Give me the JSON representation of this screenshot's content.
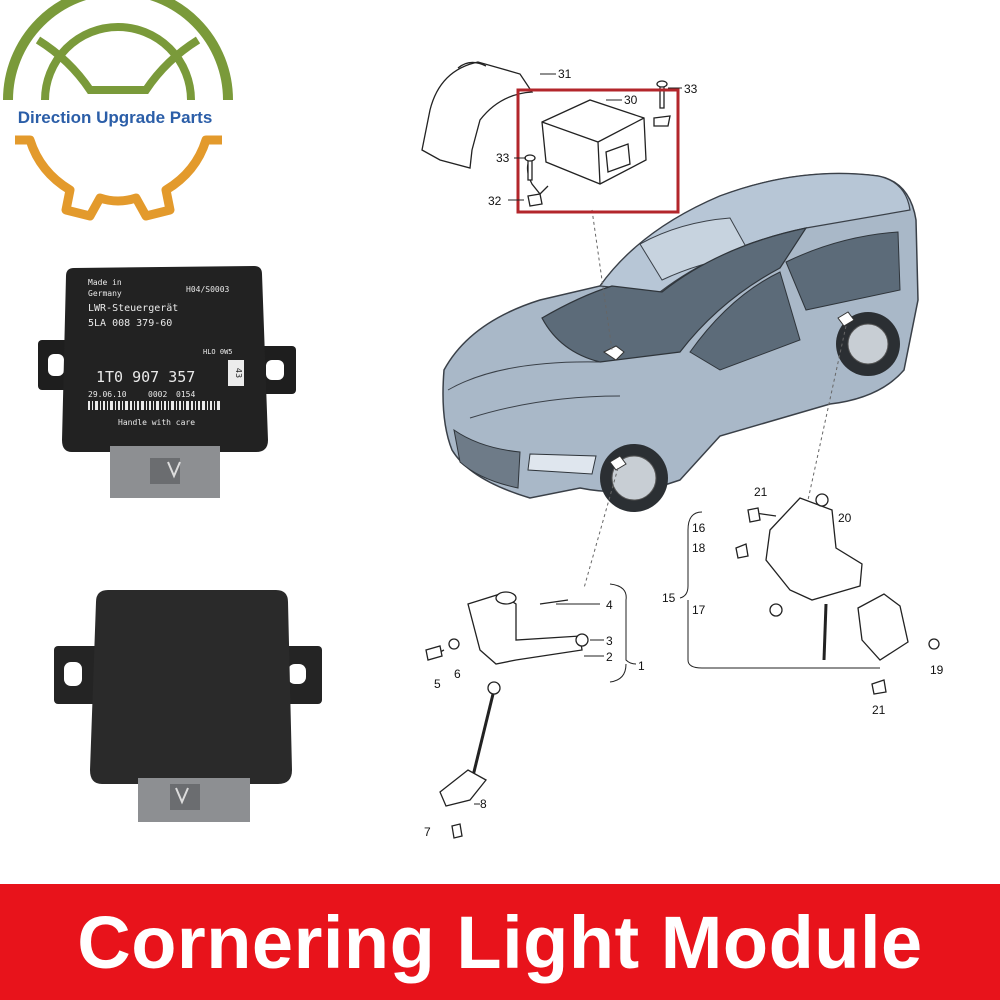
{
  "logo": {
    "text": "Direction Upgrade Parts",
    "colors": {
      "green": "#7a9a3a",
      "orange": "#e39a2c",
      "text": "#2b5ea8"
    }
  },
  "module_label": {
    "line1": "Made in",
    "line2": "Germany",
    "code_top": "H04/S0003",
    "title": "LWR-Steuergerät",
    "part_a": "5LA 008 379-60",
    "hlo": "HLO 0W5",
    "part_main": "1T0 907 357",
    "sticker": "43",
    "date": "29.06.10",
    "num1": "0002",
    "num2": "0154",
    "handle": "Handle with care"
  },
  "diagram": {
    "callouts": [
      "31",
      "30",
      "33",
      "33",
      "32",
      "21",
      "20",
      "16",
      "18",
      "15",
      "17",
      "19",
      "21",
      "4",
      "3",
      "2",
      "1",
      "5",
      "6",
      "8",
      "7"
    ],
    "highlight_color": "#b3262b"
  },
  "banner": {
    "title": "Cornering Light Module",
    "color": "#e8131b"
  }
}
